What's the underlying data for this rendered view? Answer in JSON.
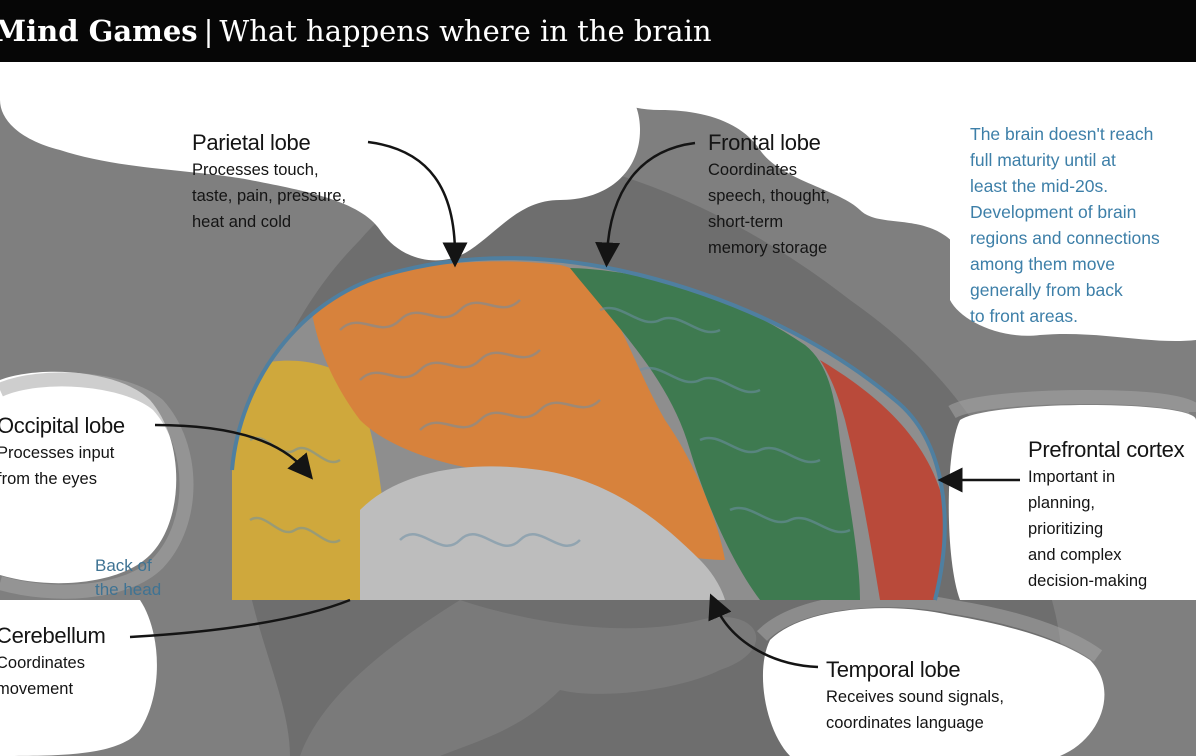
{
  "title": {
    "main": "Mind Games",
    "separator": "|",
    "subtitle": "What happens where in the brain"
  },
  "regions": {
    "parietal": {
      "name": "Parietal lobe",
      "description": "Processes touch,\ntaste, pain, pressure,\nheat and cold",
      "color": "#d7823c"
    },
    "frontal": {
      "name": "Frontal lobe",
      "description": "Coordinates\nspeech, thought,\nshort-term\nmemory storage",
      "color": "#3e7a50"
    },
    "occipital": {
      "name": "Occipital lobe",
      "description": "Processes input\nfrom the eyes",
      "color": "#cfa83c"
    },
    "cerebellum": {
      "name": "Cerebellum",
      "description": "Coordinates\nmovement"
    },
    "prefrontal": {
      "name": "Prefrontal cortex",
      "description": "Important in\nplanning,\nprioritizing\nand complex\ndecision-making",
      "color": "#b94a3a"
    },
    "temporal": {
      "name": "Temporal lobe",
      "description": "Receives sound signals,\ncoordinates language",
      "color": "#bdbdbd"
    }
  },
  "note": "The brain doesn't reach\nfull maturity until at\nleast the mid-20s.\nDevelopment of brain\nregions and connections\namong them move\ngenerally from back\nto front areas.",
  "back_of_head": "Back of\nthe head",
  "colors": {
    "background": "#7f7f7f",
    "head_silhouette": "#6f6f6f",
    "bubble": "#ffffff",
    "note_text": "#3d7fa8",
    "brain_outline": "#4f7fa0"
  }
}
